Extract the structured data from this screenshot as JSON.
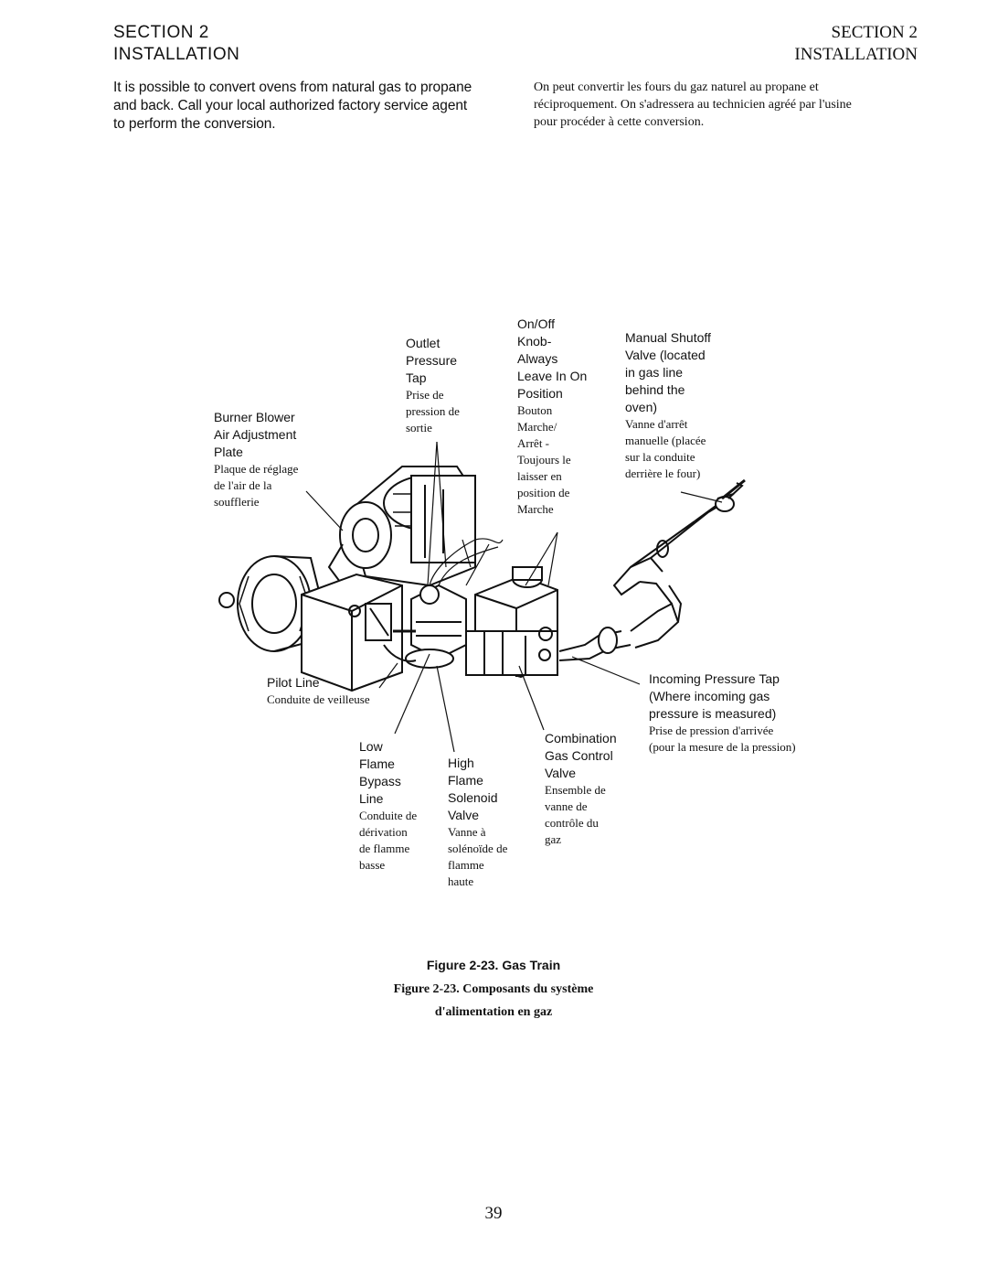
{
  "header": {
    "left": {
      "section": "SECTION 2",
      "title": "INSTALLATION"
    },
    "right": {
      "section": "SECTION 2",
      "title": "INSTALLATION"
    }
  },
  "intro": {
    "en_lines": [
      "It is possible to convert ovens from natural gas to propane",
      "and back. Call your local authorized factory service agent",
      "to perform the conversion."
    ],
    "fr_lines": [
      "On peut convertir les fours du gaz naturel au propane et",
      "réciproquement. On s'adressera au technicien agréé par l'usine",
      "pour procéder à cette conversion."
    ]
  },
  "figure": {
    "labels": {
      "burner_blower": {
        "en": [
          "Burner Blower",
          "Air Adjustment",
          "Plate"
        ],
        "fr": [
          "Plaque de réglage",
          "de l'air de la",
          "soufflerie"
        ]
      },
      "outlet_pressure_tap": {
        "en": [
          "Outlet",
          "Pressure",
          "Tap"
        ],
        "fr": [
          "Prise de",
          "pression de",
          "sortie"
        ]
      },
      "on_off_knob": {
        "en": [
          "On/Off",
          "Knob-",
          "Always",
          "Leave In On",
          "Position"
        ],
        "fr": [
          "Bouton",
          "Marche/",
          "Arrêt -",
          "Toujours le",
          "laisser en",
          "position de",
          "Marche"
        ]
      },
      "manual_shutoff": {
        "en": [
          "Manual Shutoff",
          "Valve (located",
          "in gas line",
          "behind the",
          "oven)"
        ],
        "fr": [
          "Vanne d'arrêt",
          "manuelle (placée",
          "sur la conduite",
          "derrière le four)"
        ]
      },
      "pilot_line": {
        "en": [
          "Pilot Line"
        ],
        "fr": [
          "Conduite de veilleuse"
        ]
      },
      "incoming_pressure_tap": {
        "en": [
          "Incoming Pressure Tap",
          "(Where incoming gas",
          "pressure is measured)"
        ],
        "fr": [
          "Prise de pression d'arrivée",
          "(pour la mesure de la pression)"
        ]
      },
      "low_flame_bypass": {
        "en": [
          "Low",
          "Flame",
          "Bypass",
          "Line"
        ],
        "fr": [
          "Conduite de",
          "dérivation",
          "de flamme",
          "basse"
        ]
      },
      "high_flame_solenoid": {
        "en": [
          "High",
          "Flame",
          "Solenoid",
          "Valve"
        ],
        "fr": [
          "Vanne à",
          "solénoïde de",
          "flamme",
          "haute"
        ]
      },
      "combination_gas_control": {
        "en": [
          "Combination",
          "Gas Control",
          "Valve"
        ],
        "fr": [
          "Ensemble de",
          "vanne de",
          "contrôle du",
          "gaz"
        ]
      }
    },
    "caption_en": "Figure 2-23. Gas Train",
    "caption_fr_lines": [
      "Figure 2-23. Composants du système",
      "d'alimentation en gaz"
    ]
  },
  "page_number": "39"
}
